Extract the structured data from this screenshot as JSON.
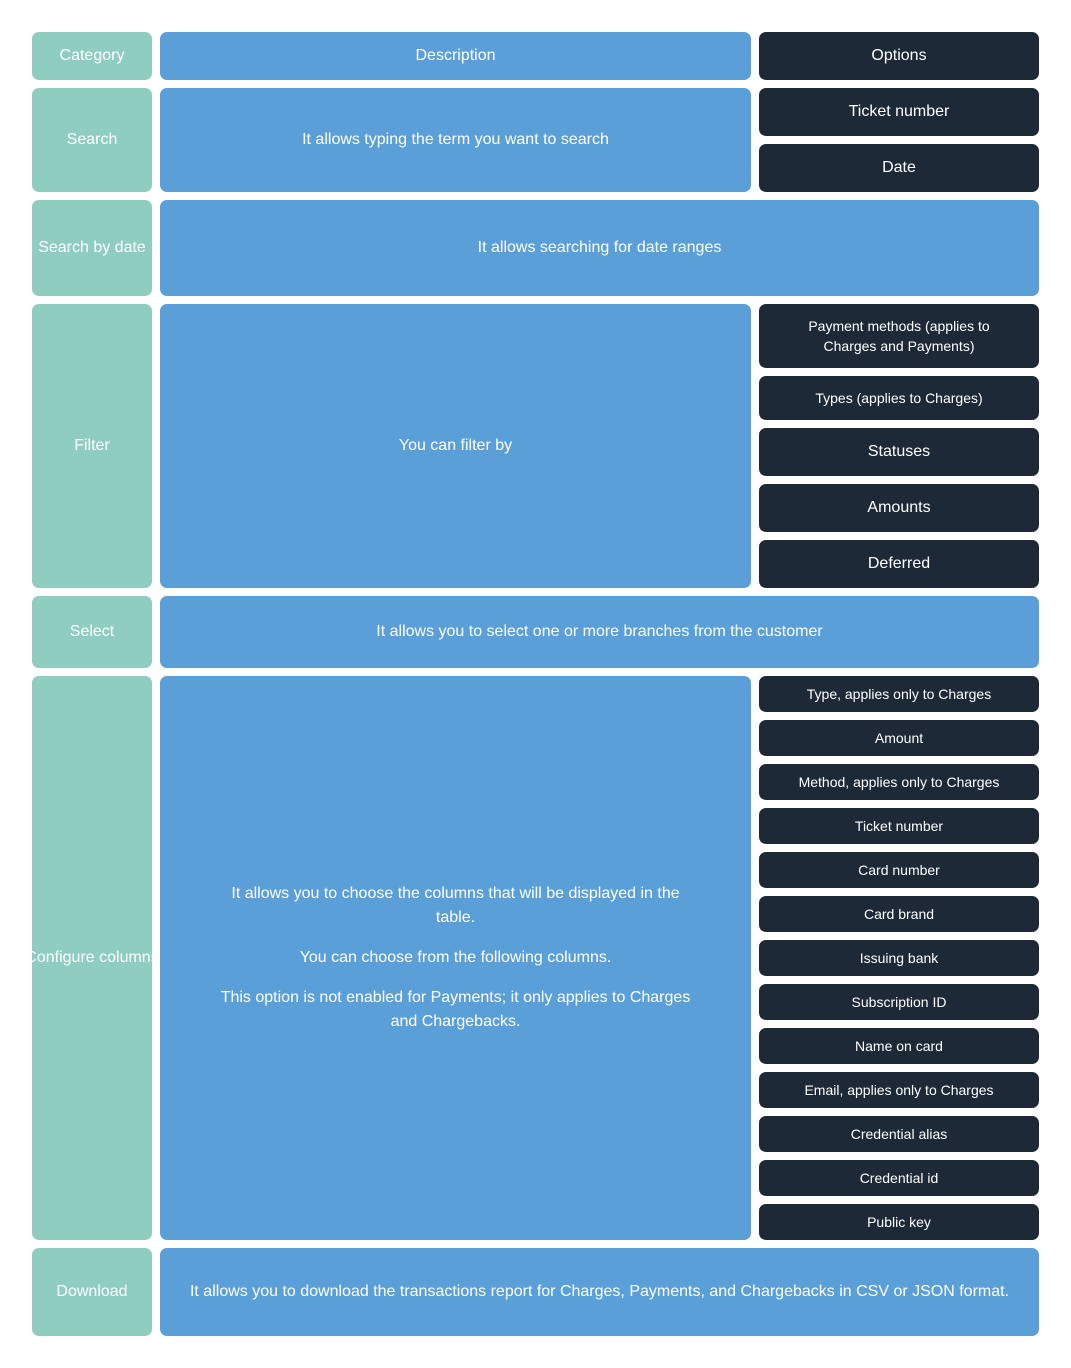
{
  "colors": {
    "category": "#8ecdc0",
    "description": "#5b9fd9",
    "option": "#1e2937",
    "text": "#ffffff"
  },
  "header": {
    "category": "Category",
    "description": "Description",
    "options": "Options"
  },
  "rows": {
    "search": {
      "category": "Search",
      "description": "It allows typing the term you want to search",
      "options": [
        "Ticket number",
        "Date"
      ]
    },
    "search_by_date": {
      "category": "Search by date",
      "description": "It allows searching for date ranges"
    },
    "filter": {
      "category": "Filter",
      "description": "You can filter by",
      "options": [
        "Payment methods (applies to Charges and Payments)",
        "Types (applies to Charges)",
        "Statuses",
        "Amounts",
        "Deferred"
      ]
    },
    "select": {
      "category": "Select",
      "description": "It allows you to select one or more branches from the customer"
    },
    "configure_columns": {
      "category": "Configure columns",
      "description": [
        "It allows you to choose the columns that will be displayed in the table.",
        "You can choose from the following columns.",
        "This option is not enabled for Payments; it only applies to Charges and Chargebacks."
      ],
      "options": [
        "Type, applies only to Charges",
        "Amount",
        "Method, applies only to Charges",
        "Ticket number",
        "Card number",
        "Card brand",
        "Issuing bank",
        "Subscription ID",
        "Name on card",
        "Email, applies only to Charges",
        "Credential alias",
        "Credential id",
        "Public key"
      ]
    },
    "download": {
      "category": "Download",
      "description": "It allows you to download the transactions report for Charges, Payments, and Chargebacks in CSV or JSON format."
    }
  }
}
